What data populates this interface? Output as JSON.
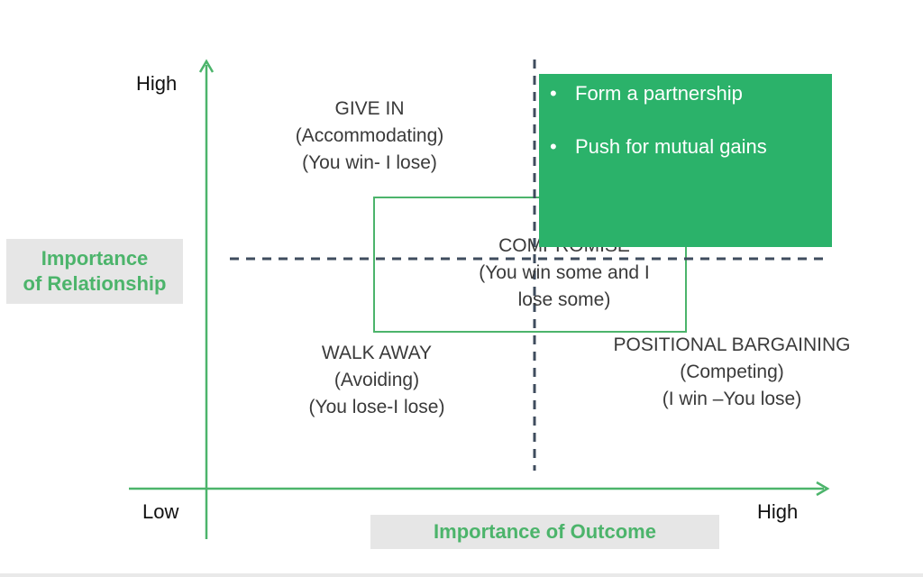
{
  "colors": {
    "axis": "#4cb46b",
    "divider": "#3f4c5e",
    "box_border": "#4cb46b",
    "green_box": "#2bb26a",
    "label_bg": "#e6e6e6",
    "text": "#3a3a3a"
  },
  "axes": {
    "y_high": "High",
    "x_low": "Low",
    "x_high": "High",
    "y_title_line1": "Importance",
    "y_title_line2": "of Relationship",
    "x_title": "Importance of Outcome"
  },
  "quadrants": {
    "top_left": {
      "line1": "GIVE IN",
      "line2": "(Accommodating)",
      "line3": "(You win- I lose)"
    },
    "center": {
      "line1": "COMPROMISE",
      "line2": "(You win some and I",
      "line3": "lose some)"
    },
    "bottom_left": {
      "line1": "WALK AWAY",
      "line2": "(Avoiding)",
      "line3": "(You lose-I lose)"
    },
    "bottom_right": {
      "line1": "POSITIONAL BARGAINING",
      "line2": "(Competing)",
      "line3": "(I win –You lose)"
    }
  },
  "top_right_box": {
    "bullets": [
      "Form a partnership",
      "Push for mutual gains"
    ]
  }
}
